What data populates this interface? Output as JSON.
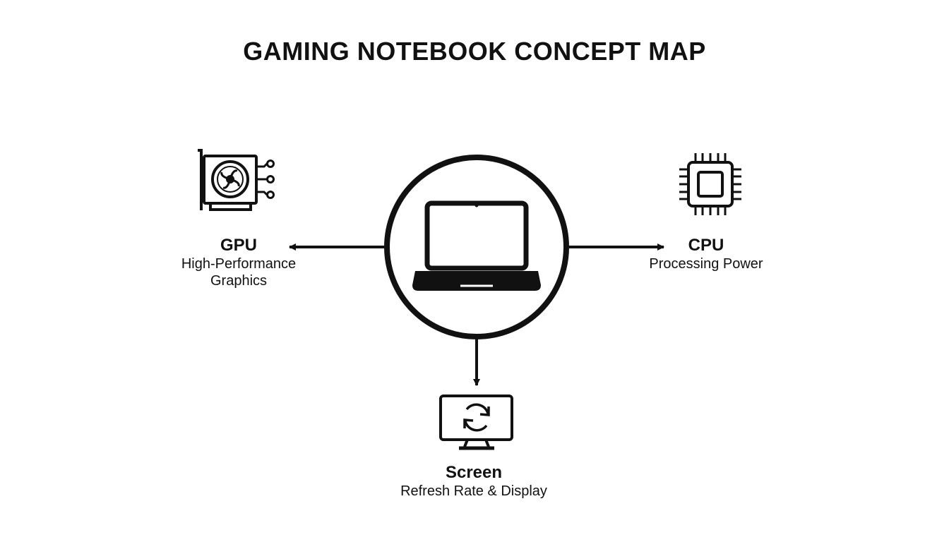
{
  "title": "GAMING NOTEBOOK CONCEPT MAP",
  "center": {
    "icon": "laptop-icon"
  },
  "nodes": {
    "gpu": {
      "title": "GPU",
      "subtitle_line1": "High-Performance",
      "subtitle_line2": "Graphics",
      "icon": "graphics-card-icon"
    },
    "cpu": {
      "title": "CPU",
      "subtitle_line1": "Processing Power",
      "icon": "cpu-chip-icon"
    },
    "screen": {
      "title": "Screen",
      "subtitle_line1": "Refresh Rate & Display",
      "icon": "monitor-refresh-icon"
    }
  },
  "colors": {
    "stroke": "#111111",
    "background": "#ffffff"
  }
}
